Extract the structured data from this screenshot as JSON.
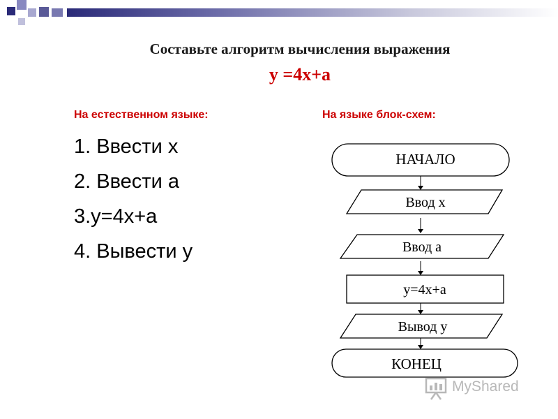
{
  "title": "Составьте алгоритм вычисления выражения",
  "formula": "y =4x+a",
  "natural_language": {
    "heading": "На естественном языке:",
    "steps": [
      "1. Ввести х",
      "2. Ввести а",
      "3.у=4х+а",
      "4. Вывести у"
    ]
  },
  "flowchart": {
    "heading": "На языке блок-схем:",
    "blocks": [
      {
        "shape": "terminator",
        "label": "НАЧАЛО"
      },
      {
        "shape": "io",
        "label": "Ввод х"
      },
      {
        "shape": "io",
        "label": "Ввод а"
      },
      {
        "shape": "process",
        "label": "у=4х+а"
      },
      {
        "shape": "io",
        "label": "Вывод у"
      },
      {
        "shape": "terminator",
        "label": "КОНЕЦ"
      }
    ]
  },
  "watermark": {
    "text": "MyShared",
    "color": "#b8b8b8"
  },
  "colors": {
    "accent": "#cc0000",
    "header_dark": "#2a2a78",
    "header_light": "#8888c0"
  }
}
